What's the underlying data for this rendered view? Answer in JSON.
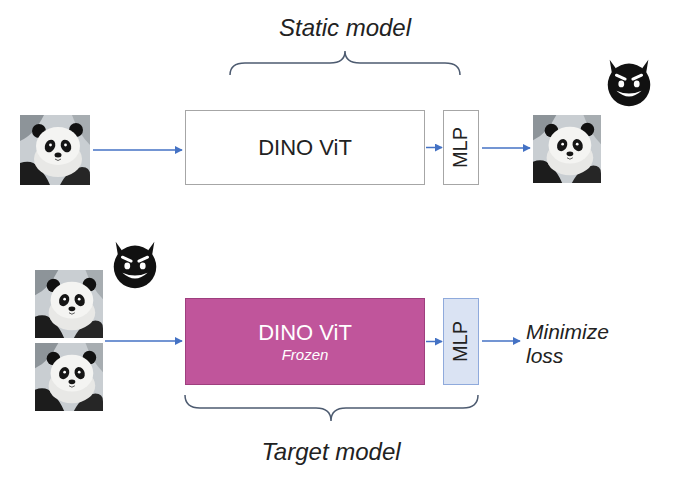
{
  "diagram": {
    "nodes": [
      {
        "text": [
          "DINO ViT"
        ]
      },
      {
        "text": [
          "MLP"
        ]
      },
      {
        "text": [
          "DINO ViT",
          "Frozen"
        ]
      },
      {
        "text": [
          "MLP"
        ]
      }
    ],
    "edges": [
      {
        "from": 0,
        "to": 1,
        "arrow": "to"
      },
      {
        "from": 2,
        "to": 3,
        "arrow": "to"
      }
    ],
    "labels": [
      "Static model",
      "Target model",
      "Minimize loss"
    ]
  }
}
